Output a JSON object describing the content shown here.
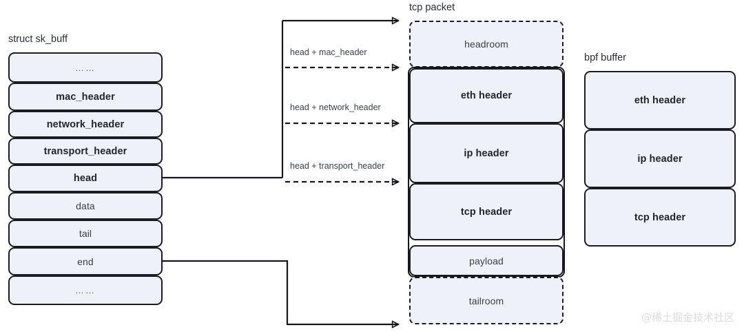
{
  "diagram": {
    "title_skbuff": "struct sk_buff",
    "title_tcp_packet": "tcp packet",
    "title_bpf_buffer": "bpf buffer",
    "watermark": "@稀土掘金技术社区"
  },
  "skbuff": {
    "caption": "struct sk_buff",
    "fields": [
      {
        "label": "……",
        "style": "dots"
      },
      {
        "label": "mac_header",
        "style": "bold"
      },
      {
        "label": "network_header",
        "style": "bold"
      },
      {
        "label": "transport_header",
        "style": "bold"
      },
      {
        "label": "head",
        "style": "bold"
      },
      {
        "label": "data",
        "style": "light"
      },
      {
        "label": "tail",
        "style": "light"
      },
      {
        "label": "end",
        "style": "light"
      },
      {
        "label": "……",
        "style": "dots"
      }
    ]
  },
  "arrows": {
    "labels": [
      "head + mac_header",
      "head + network_header",
      "head + transport_header"
    ]
  },
  "tcp_packet": {
    "caption": "tcp packet",
    "segments": [
      {
        "label": "headroom",
        "style": "dashed-light"
      },
      {
        "label": "eth header",
        "style": "solid-bold"
      },
      {
        "label": "ip header",
        "style": "solid-bold"
      },
      {
        "label": "tcp header",
        "style": "solid-bold"
      },
      {
        "label": "payload",
        "style": "solid-light"
      },
      {
        "label": "tailroom",
        "style": "dashed-light"
      }
    ]
  },
  "bpf_buffer": {
    "caption": "bpf buffer",
    "segments": [
      {
        "label": "eth header",
        "style": "solid-bold"
      },
      {
        "label": "ip header",
        "style": "solid-bold"
      },
      {
        "label": "tcp header",
        "style": "solid-bold"
      }
    ]
  },
  "colors": {
    "box_fill": "#eef1f8",
    "stroke": "#1b1b22",
    "text": "#22252b",
    "label_text": "#3b4048",
    "watermark": "#dcdcdc"
  }
}
